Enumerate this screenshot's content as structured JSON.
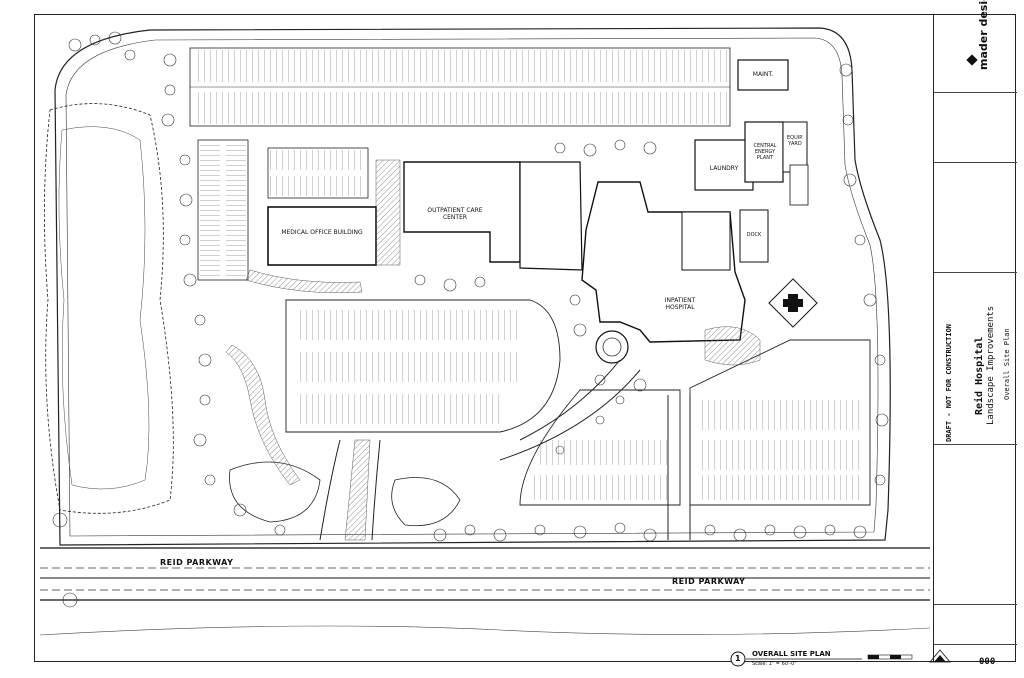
{
  "title_block": {
    "logo_text": "mader design",
    "project_name_line1": "Reid Hospital",
    "project_name_line2": "Landscape Improvements",
    "sheet_title": "Overall Site Plan",
    "sheet_number": "000",
    "draft_stamp": "DRAFT - NOT FOR CONSTRUCTION"
  },
  "plan": {
    "buildings": {
      "medical_office": "MEDICAL OFFICE BUILDING",
      "outpatient": "OUTPATIENT CARE CENTER",
      "inpatient": "INPATIENT HOSPITAL",
      "laundry": "LAUNDRY",
      "central_plant": "CENTRAL ENERGY PLANT",
      "equip_yard": "EQUIP. YARD",
      "maint": "MAINT.",
      "dock": "DOCK"
    },
    "roads": {
      "road_upper": "REID PARKWAY",
      "road_lower": "REID PARKWAY"
    },
    "view_title": {
      "number": "1",
      "name": "OVERALL SITE PLAN",
      "scale": "Scale: 1\" = 60'-0\""
    }
  },
  "colors": {
    "line": "#1a1a1a",
    "hatch": "#555555",
    "paper": "#ffffff"
  }
}
